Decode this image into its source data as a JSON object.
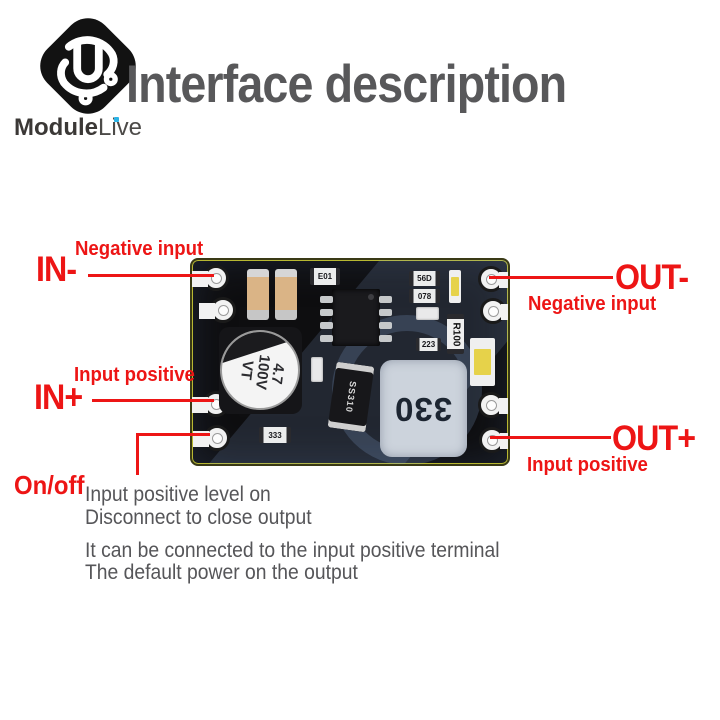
{
  "brand": {
    "name_bold": "Module",
    "name_light": "Live"
  },
  "title": "Interface description",
  "annotations": {
    "in_minus": {
      "pin": "IN-",
      "desc": "Negative input"
    },
    "in_plus": {
      "pin": "IN+",
      "desc": "Input positive"
    },
    "out_minus": {
      "pin": "OUT-",
      "desc": "Negative input"
    },
    "out_plus": {
      "pin": "OUT+",
      "desc": "Input positive"
    },
    "on_off": {
      "pin": "On/off"
    }
  },
  "notes": [
    "Input positive level on",
    "Disconnect to close output",
    "It can be connected to the input positive terminal",
    "The default power on the output"
  ],
  "pcb": {
    "electrolytic_lines": [
      "4.7",
      "100V",
      "VT"
    ],
    "inductor": "330",
    "diode": "SS310",
    "resistor": "R100",
    "smd": [
      "E01",
      "56D",
      "078",
      "223",
      "333"
    ]
  },
  "colors": {
    "accent_red": "#ed1515",
    "text_gray": "#565659",
    "title_gray": "#58585a",
    "brand_cyan": "#2bb3e6",
    "board_black": "#0e0e10"
  }
}
